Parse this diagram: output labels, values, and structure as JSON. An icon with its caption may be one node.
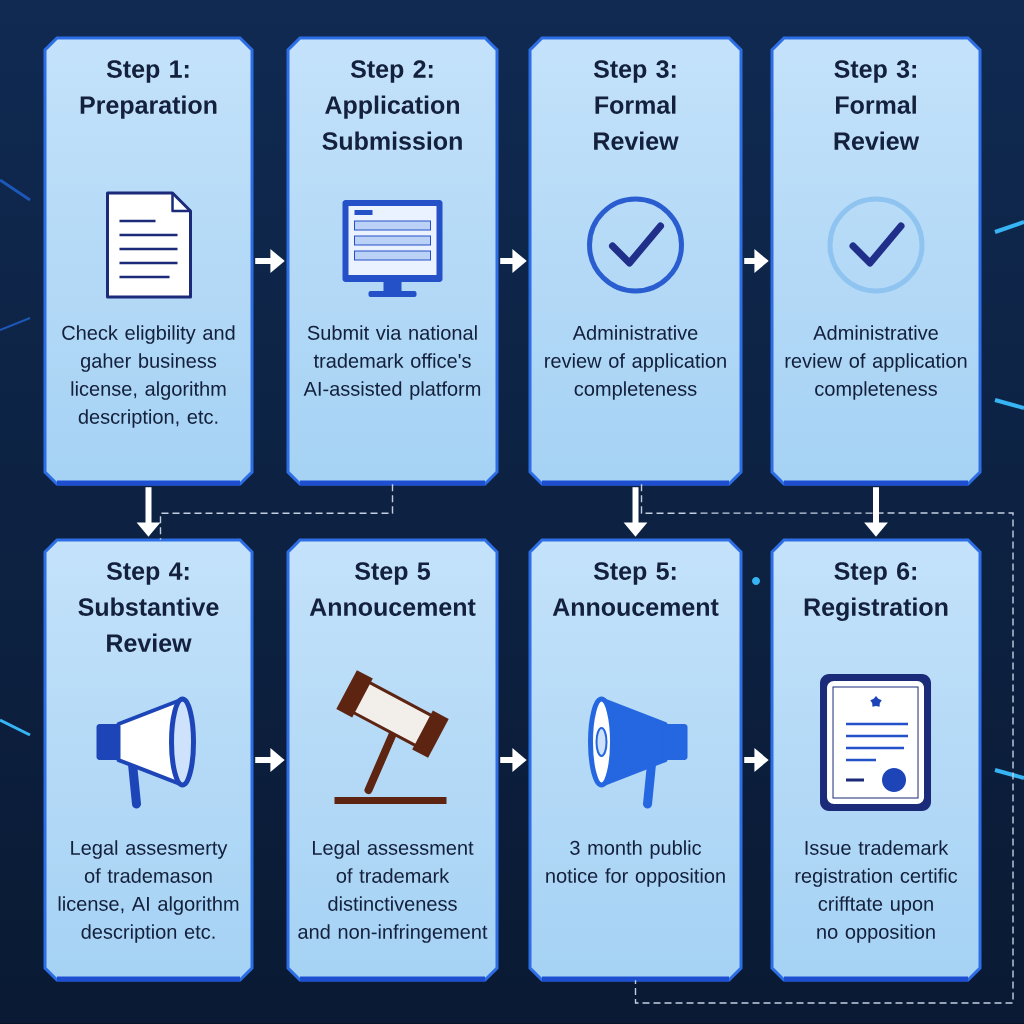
{
  "diagram": {
    "nodes": [
      {
        "text": [
          "Step 1: Preparation",
          "Check eligbility and gaher business license, algorithm description, etc."
        ]
      },
      {
        "text": [
          "Step 2: Application Submission",
          "Submit via national trademark office's AI-assisted platform"
        ]
      },
      {
        "text": [
          "Step 3: Formal Review",
          "Administrative review of application completeness"
        ]
      },
      {
        "text": [
          "Step 3: Formal Review",
          "Administrative review of application completeness"
        ]
      },
      {
        "text": [
          "Step 4: Substantive Review",
          "Legal assesmerty of trademason license, AI algorithm description etc."
        ]
      },
      {
        "text": [
          "Step 5 Annoucement",
          "Legal assessment of trademark distinctiveness and non-infringement"
        ]
      },
      {
        "text": [
          "Step 5: Annoucement",
          "3 month public notice for opposition"
        ]
      },
      {
        "text": [
          "Step 6: Registration",
          "Issue trademark registration certific crifftate upon no opposition"
        ]
      }
    ],
    "edges": [
      {
        "from": 0,
        "to": 1,
        "arrow": "to"
      },
      {
        "from": 1,
        "to": 2,
        "arrow": "to"
      },
      {
        "from": 2,
        "to": 3,
        "arrow": "to"
      },
      {
        "from": 0,
        "to": 4,
        "arrow": "to"
      },
      {
        "from": 2,
        "to": 6,
        "arrow": "to"
      },
      {
        "from": 3,
        "to": 7,
        "arrow": "to"
      },
      {
        "from": 4,
        "to": 5,
        "arrow": "to"
      },
      {
        "from": 5,
        "to": 6,
        "arrow": "to"
      },
      {
        "from": 6,
        "to": 7,
        "arrow": "to"
      },
      {
        "from": 1,
        "to": 4,
        "arrow": "none",
        "style": "dashed",
        "color": "#c3cfdf"
      },
      {
        "from": 2,
        "to": 6,
        "arrow": "none",
        "style": "dashed",
        "color": "#c3cfdf"
      }
    ]
  }
}
